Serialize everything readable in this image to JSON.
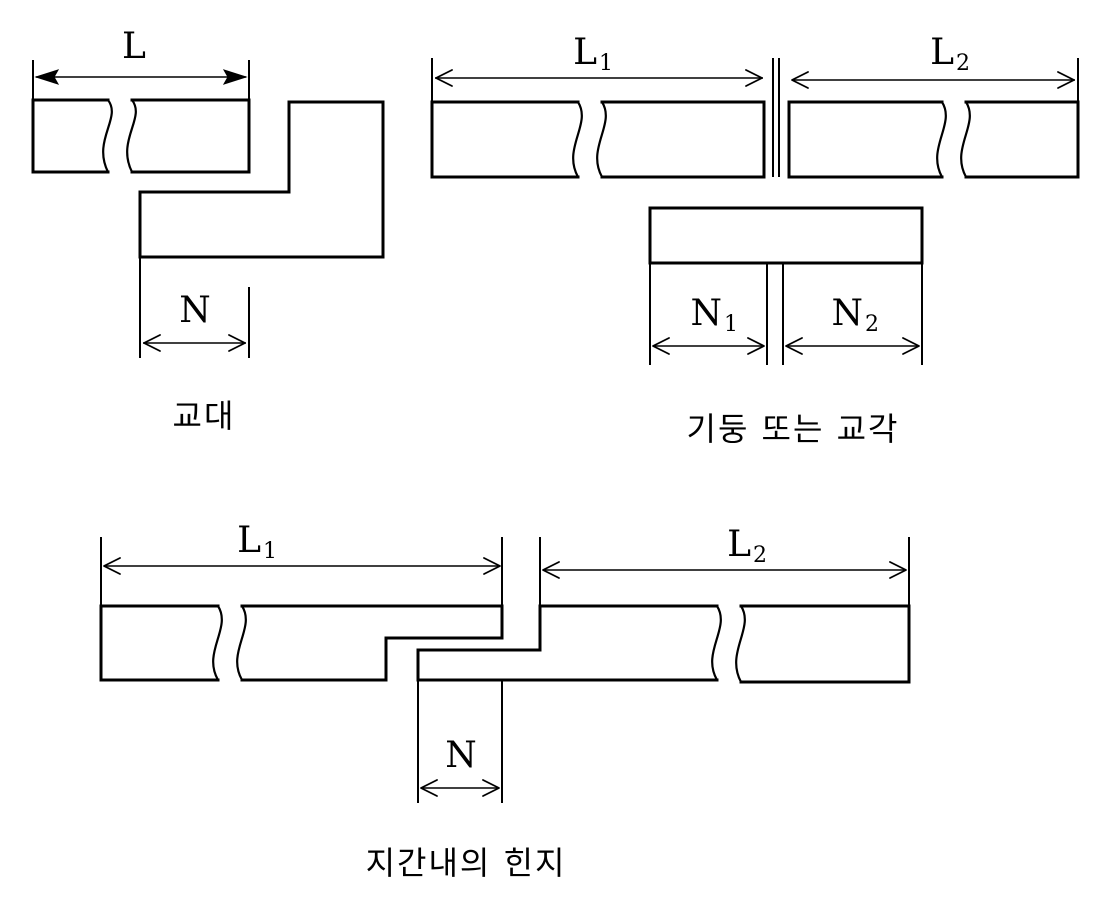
{
  "panels": {
    "bridge": {
      "caption": "교대",
      "span_label": "L",
      "seat_label": "N"
    },
    "pier": {
      "caption": "기둥 또는 교각",
      "span1_label_main": "L",
      "span1_label_sub": "1",
      "span2_label_main": "L",
      "span2_label_sub": "2",
      "seat1_label_main": "N",
      "seat1_label_sub": "1",
      "seat2_label_main": "N",
      "seat2_label_sub": "2"
    },
    "hinge": {
      "caption": "지간내의 힌지",
      "span1_label_main": "L",
      "span1_label_sub": "1",
      "span2_label_main": "L",
      "span2_label_sub": "2",
      "seat_label": "N"
    }
  }
}
